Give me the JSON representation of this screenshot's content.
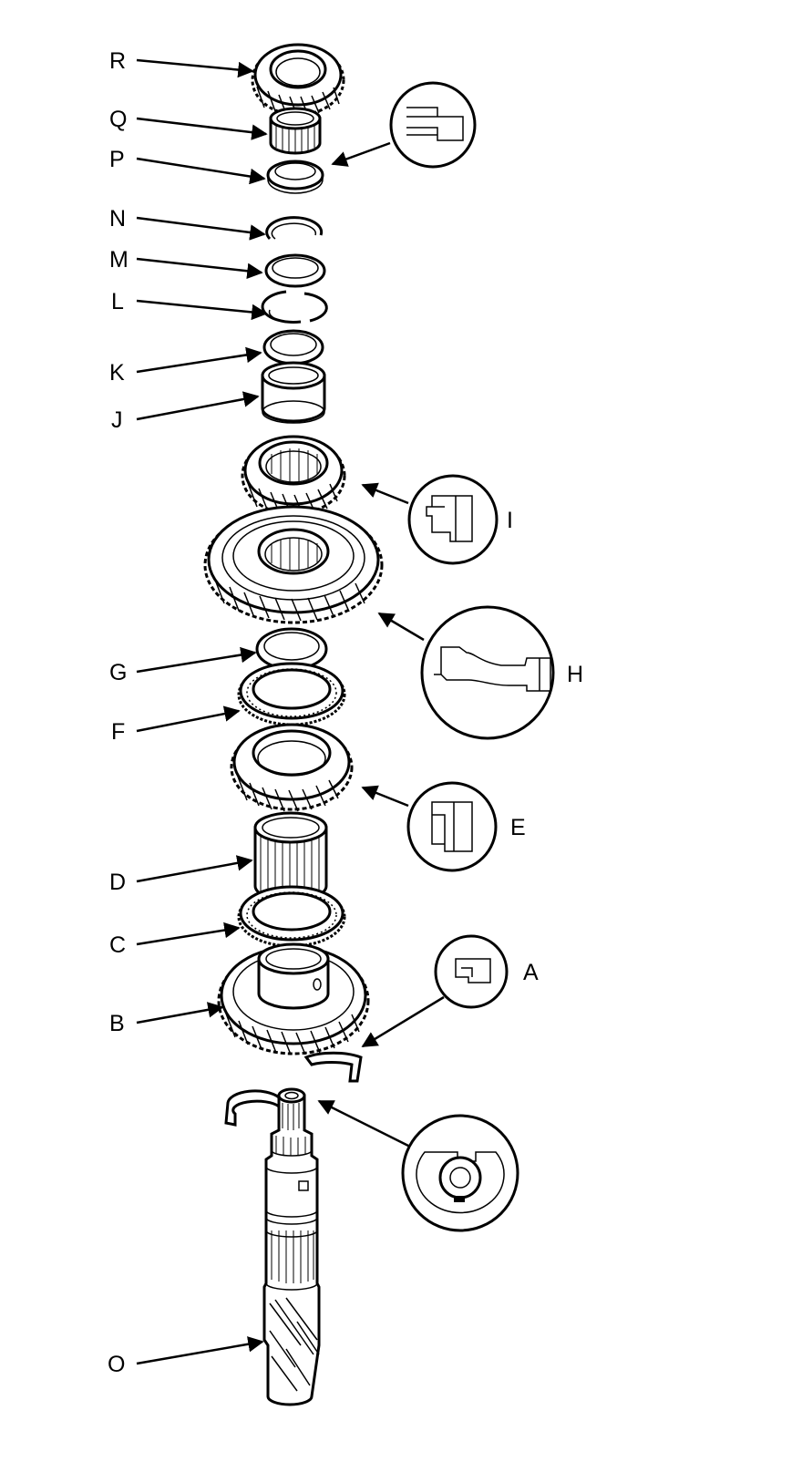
{
  "labels": {
    "R": "R",
    "Q": "Q",
    "P": "P",
    "N": "N",
    "M": "M",
    "L": "L",
    "K": "K",
    "J": "J",
    "I": "I",
    "H": "H",
    "G": "G",
    "F": "F",
    "E": "E",
    "D": "D",
    "C": "C",
    "B": "B",
    "A": "A",
    "O": "O"
  },
  "colors": {
    "ink": "#000000",
    "paper": "#ffffff"
  }
}
